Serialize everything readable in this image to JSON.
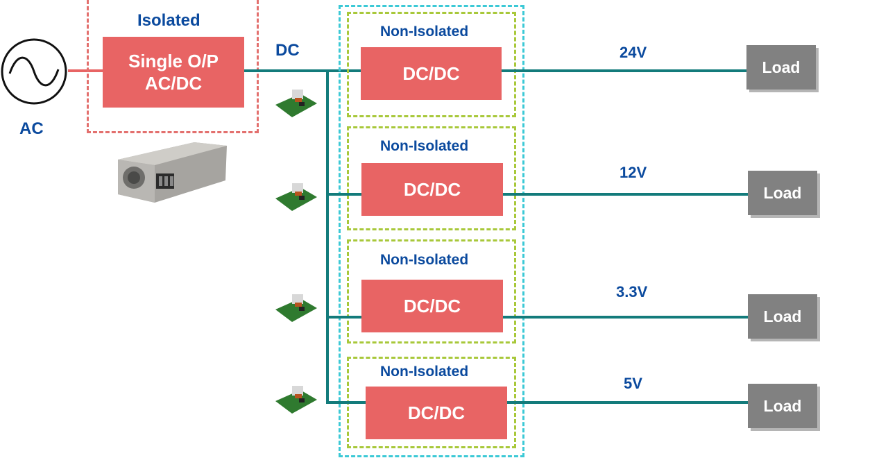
{
  "source": {
    "label": "AC",
    "icon": "ac-sine-icon"
  },
  "isolated_stage": {
    "group_label": "Isolated",
    "converter_label_line1": "Single O/P",
    "converter_label_line2": "AC/DC",
    "product_image": "ac-dc-power-supply-photo"
  },
  "bus_label": "DC",
  "branches": [
    {
      "group_label": "Non-Isolated",
      "converter_label": "DC/DC",
      "voltage": "24V",
      "load_label": "Load"
    },
    {
      "group_label": "Non-Isolated",
      "converter_label": "DC/DC",
      "voltage": "12V",
      "load_label": "Load"
    },
    {
      "group_label": "Non-Isolated",
      "converter_label": "DC/DC",
      "voltage": "3.3V",
      "load_label": "Load"
    },
    {
      "group_label": "Non-Isolated",
      "converter_label": "DC/DC",
      "voltage": "5V",
      "load_label": "Load"
    }
  ],
  "colors": {
    "converter_fill": "#e86464",
    "bus_wire": "#137b7b",
    "ac_wire": "#e86464",
    "label_text": "#0b4a9e",
    "load_fill": "#818181",
    "isolated_border": "#e3706e",
    "non_isolated_border": "#a8c83a",
    "dcdc_group_border": "#3cc9d6"
  }
}
